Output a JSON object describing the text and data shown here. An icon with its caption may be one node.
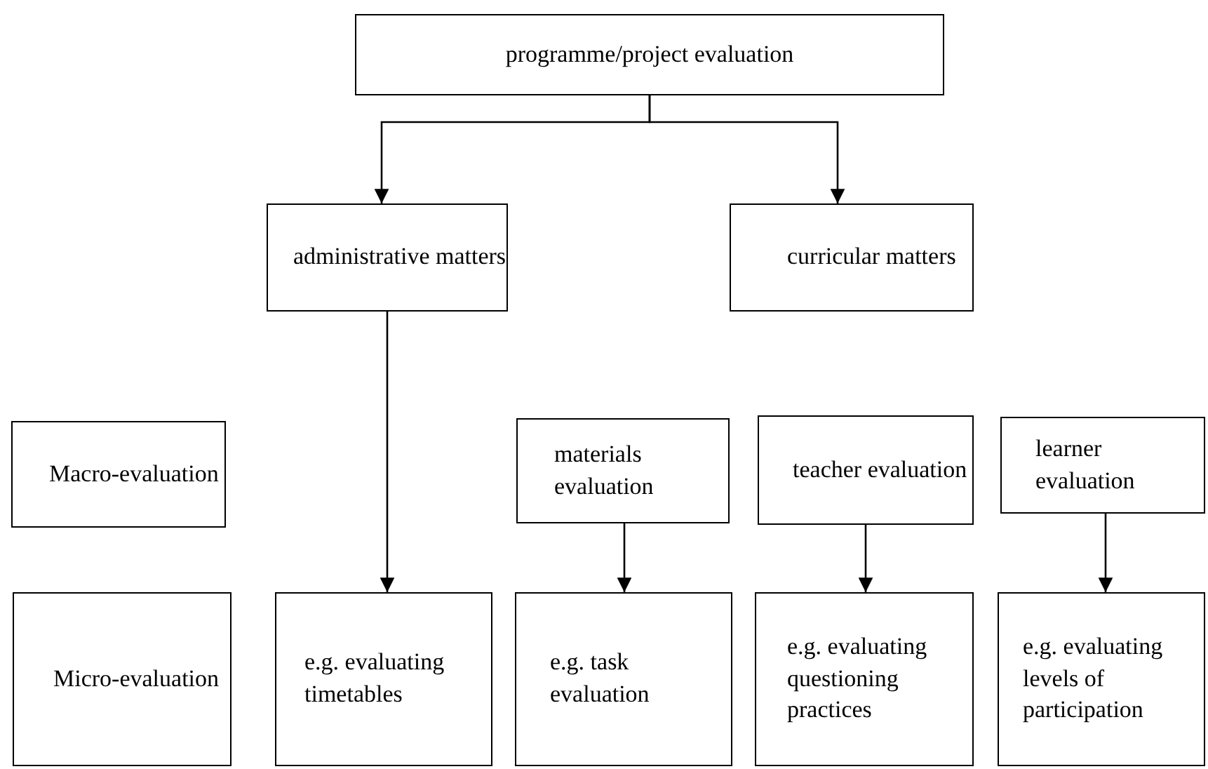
{
  "diagram": {
    "nodes": [
      {
        "text": [
          "programme/project evaluation"
        ]
      },
      {
        "text": [
          "administrative matters"
        ]
      },
      {
        "text": [
          "curricular matters"
        ]
      },
      {
        "text": [
          "Macro-evaluation"
        ]
      },
      {
        "text": [
          "materials evaluation"
        ]
      },
      {
        "text": [
          "teacher evaluation"
        ]
      },
      {
        "text": [
          "learner evaluation"
        ]
      },
      {
        "text": [
          "Micro-evaluation"
        ]
      },
      {
        "text": [
          "e.g. evaluating timetables"
        ]
      },
      {
        "text": [
          "e.g. task evaluation"
        ]
      },
      {
        "text": [
          "e.g. evaluating questioning practices"
        ]
      },
      {
        "text": [
          "e.g. evaluating levels of participation"
        ]
      }
    ],
    "edges": [
      {
        "from": 0,
        "to": 1,
        "arrow": "to"
      },
      {
        "from": 0,
        "to": 2,
        "arrow": "to"
      },
      {
        "from": 1,
        "to": 8,
        "arrow": "to"
      },
      {
        "from": 4,
        "to": 9,
        "arrow": "to"
      },
      {
        "from": 5,
        "to": 10,
        "arrow": "to"
      },
      {
        "from": 6,
        "to": 11,
        "arrow": "to"
      }
    ]
  }
}
